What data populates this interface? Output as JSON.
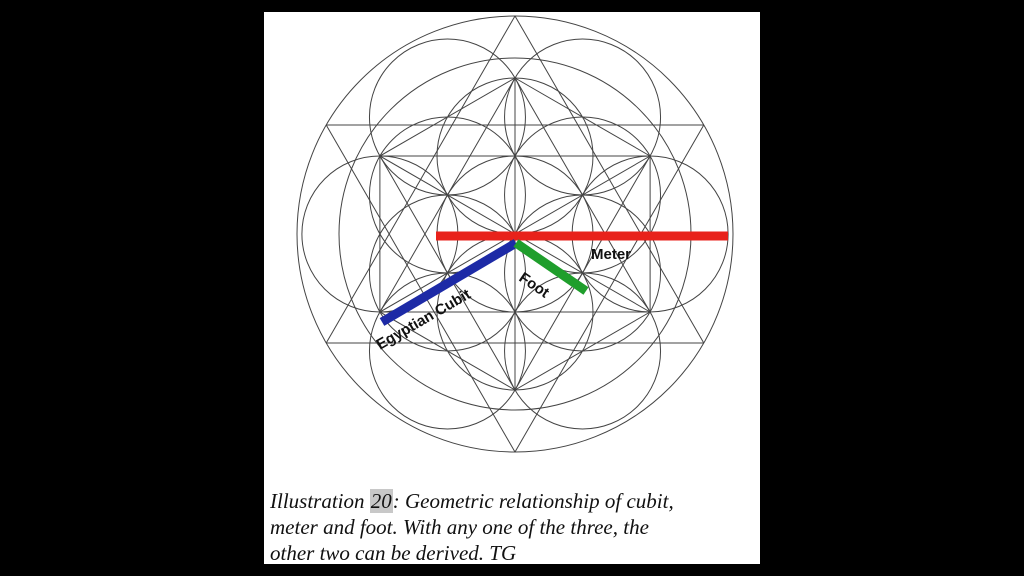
{
  "figure": {
    "labels": {
      "meter": "Meter",
      "cubit": "Egyptian Cubit",
      "foot": "Foot"
    },
    "colors": {
      "meter": "#e8221b",
      "cubit": "#1d2aa6",
      "foot": "#1f9e2c"
    }
  },
  "caption": {
    "prefix": "Illustration ",
    "number": "20",
    "line1_rest": ": Geometric relationship of cubit,",
    "line2": "meter and foot. With any one of the three, the",
    "line3": "other two can be derived. TG"
  }
}
